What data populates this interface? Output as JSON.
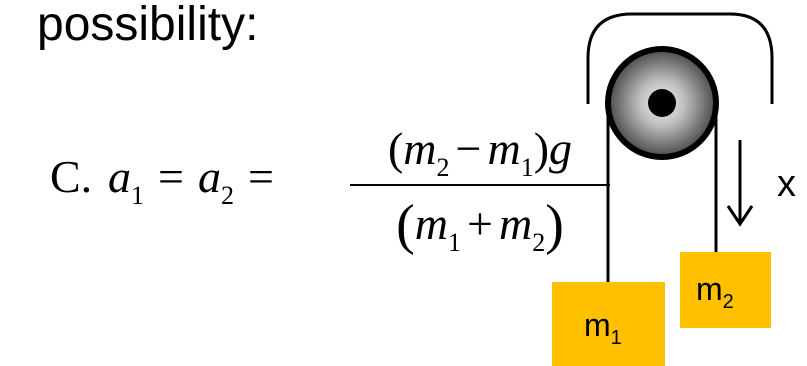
{
  "heading": "possibility:",
  "formula": {
    "label": "C.",
    "lhs_var1": "a",
    "lhs_sub1": "1",
    "lhs_var2": "a",
    "lhs_sub2": "2",
    "equals": "=",
    "numerator": {
      "open": "(",
      "m_a": "m",
      "sub_a": "2",
      "op": "−",
      "m_b": "m",
      "sub_b": "1",
      "close": ")",
      "g": "g"
    },
    "denominator": {
      "open": "(",
      "m_a": "m",
      "sub_a": "1",
      "op": "+",
      "m_b": "m",
      "sub_b": "2",
      "close": ")"
    }
  },
  "diagram": {
    "axis_label": "x",
    "mass1_label": "m",
    "mass1_sub": "1",
    "mass2_label": "m",
    "mass2_sub": "2",
    "colors": {
      "mass_fill": "#ffc000",
      "pulley_outer": "#4a4a4a",
      "pulley_inner": "#000000"
    }
  }
}
